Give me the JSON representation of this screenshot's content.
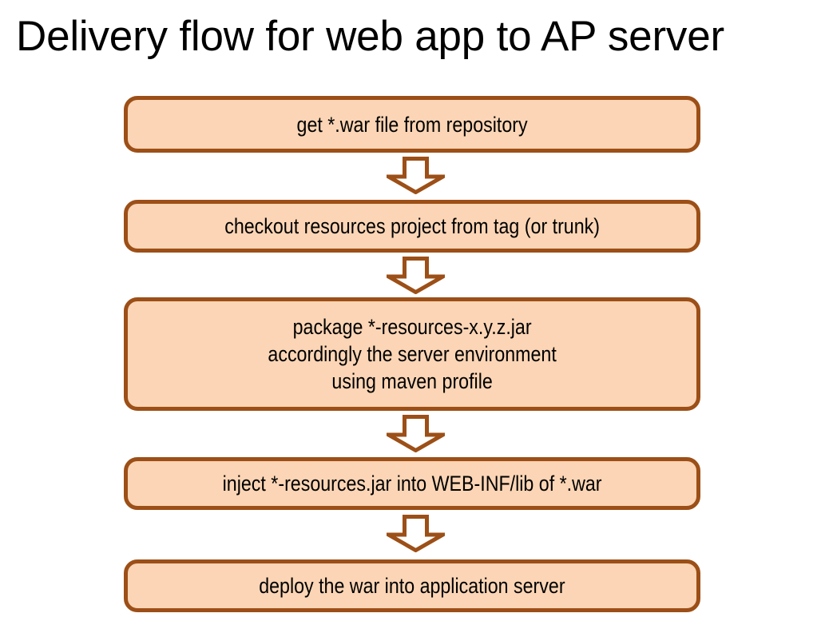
{
  "slide": {
    "title": "Delivery flow for web app to AP server",
    "background_color": "#FFFFFF",
    "title_color": "#000000"
  },
  "theme": {
    "box_fill": "#FBD5B5",
    "box_border": "#9C4F17",
    "arrow_fill": "#FFFFFF",
    "arrow_border": "#9C4F17",
    "text_color": "#000000"
  },
  "flow": {
    "steps": [
      {
        "id": "step-1",
        "label": "get *.war file from repository"
      },
      {
        "id": "step-2",
        "label": "checkout resources project from tag (or trunk)"
      },
      {
        "id": "step-3",
        "label": "package *-resources-x.y.z.jar\naccordingly the server environment\nusing maven profile"
      },
      {
        "id": "step-4",
        "label": "inject *-resources.jar into WEB-INF/lib of *.war"
      },
      {
        "id": "step-5",
        "label": "deploy the war into application server"
      }
    ],
    "connectors": [
      {
        "id": "connector-1",
        "icon": "arrow-down-icon",
        "from": "step-1",
        "to": "step-2"
      },
      {
        "id": "connector-2",
        "icon": "arrow-down-icon",
        "from": "step-2",
        "to": "step-3"
      },
      {
        "id": "connector-3",
        "icon": "arrow-down-icon",
        "from": "step-3",
        "to": "step-4"
      },
      {
        "id": "connector-4",
        "icon": "arrow-down-icon",
        "from": "step-4",
        "to": "step-5"
      }
    ]
  }
}
